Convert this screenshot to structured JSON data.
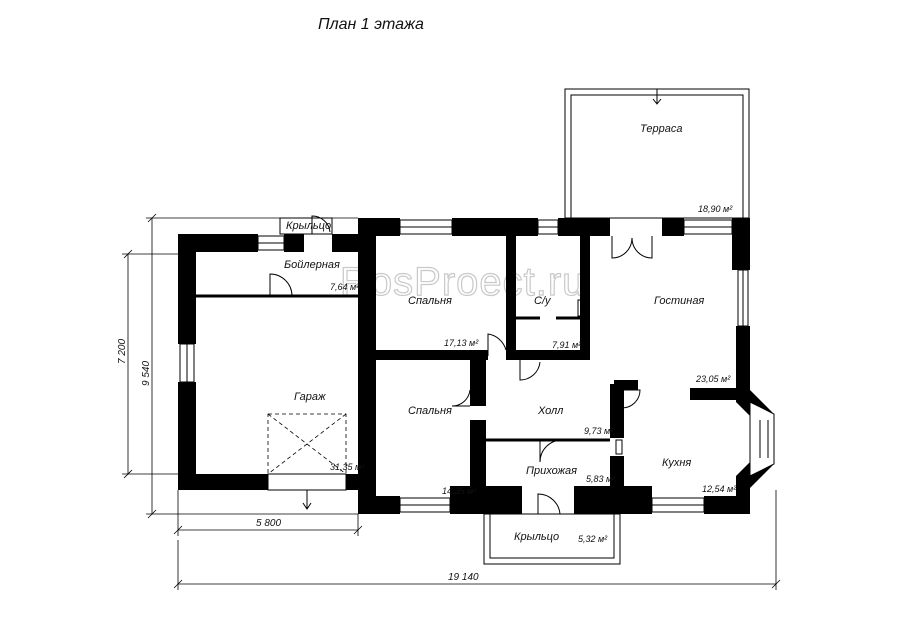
{
  "title": "План 1 этажа",
  "watermark": "RosProect.ru",
  "colors": {
    "wall": "#000000",
    "line": "#000000",
    "paper": "#ffffff",
    "watermark": "#c9c9c9"
  },
  "rooms": [
    {
      "name": "Терраса",
      "area": "18,90 м²"
    },
    {
      "name": "Бойлерная",
      "area": "7,64 м²"
    },
    {
      "name": "Спальня",
      "area": "17,13 м²"
    },
    {
      "name": "С/у",
      "area": "7,91 м²"
    },
    {
      "name": "Гостиная",
      "area": "23,05 м²"
    },
    {
      "name": "Гараж",
      "area": "31,35 м²"
    },
    {
      "name": "Спальня",
      "area": "14,35 м²"
    },
    {
      "name": "Холл",
      "area": "9,73 м²"
    },
    {
      "name": "Прихожая",
      "area": "5,83 м²"
    },
    {
      "name": "Кухня",
      "area": "12,54 м²"
    },
    {
      "name": "Крыльцо",
      "area": "5,32 м²"
    }
  ],
  "labels": {
    "porch_top": "Крыльцо"
  },
  "dimensions": {
    "height_inner": "7 200",
    "height_outer": "9 540",
    "width_garage": "5 800",
    "width_total": "19 140"
  }
}
